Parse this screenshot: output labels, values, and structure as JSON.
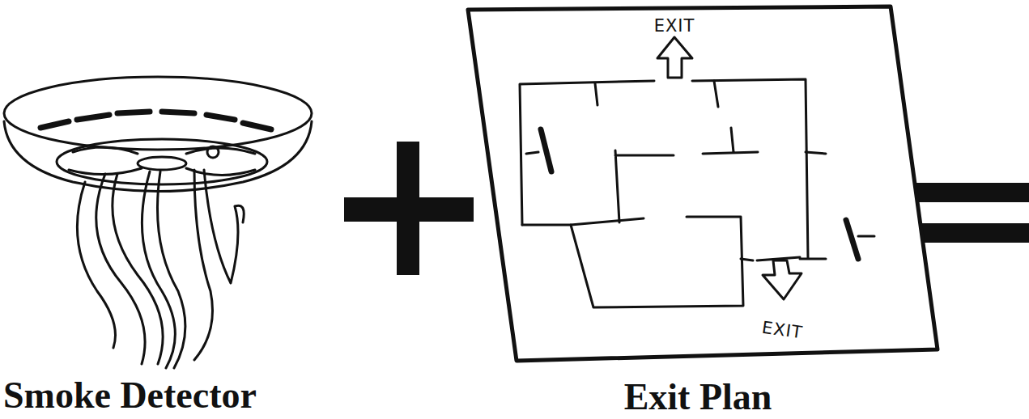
{
  "diagram": {
    "labels": [
      "EXIT",
      "EXIT",
      "Smoke Detector",
      "Exit Plan"
    ]
  }
}
